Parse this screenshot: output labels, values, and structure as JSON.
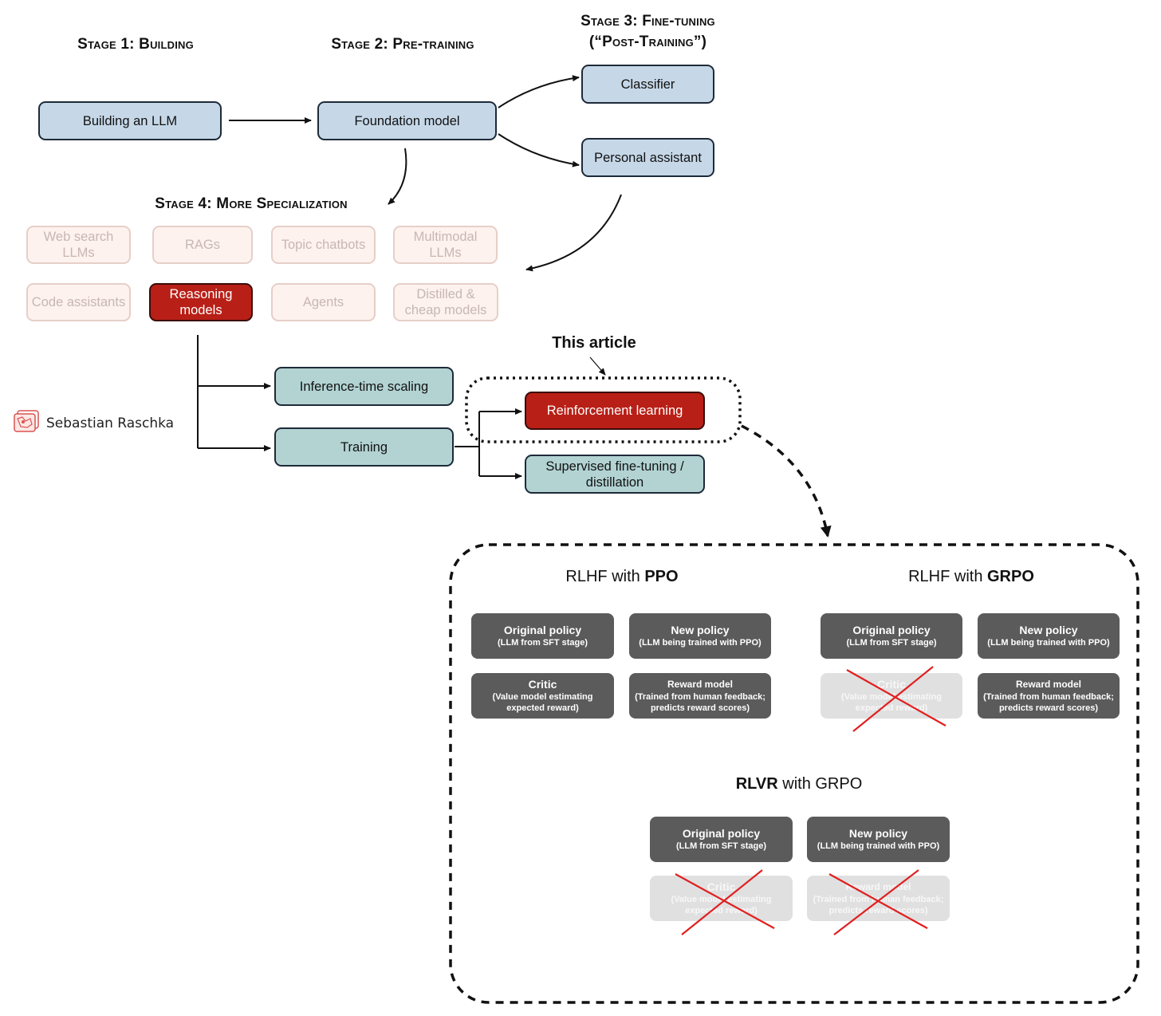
{
  "stages": {
    "stage1": "Stage 1: Building",
    "stage2": "Stage 2: Pre-training",
    "stage3_line1": "Stage 3: Fine-tuning",
    "stage3_line2": "(“Post-Training”)",
    "stage4": "Stage 4: More Specialization"
  },
  "boxes": {
    "building": "Building an LLM",
    "foundation": "Foundation model",
    "classifier": "Classifier",
    "assistant": "Personal assistant"
  },
  "specialization": {
    "web_search_1": "Web search",
    "web_search_2": "LLMs",
    "rags": "RAGs",
    "topic_chatbots": "Topic chatbots",
    "multimodal_1": "Multimodal",
    "multimodal_2": "LLMs",
    "code_assistants": "Code assistants",
    "reasoning_1": "Reasoning",
    "reasoning_2": "models",
    "agents": "Agents",
    "distilled_1": "Distilled &",
    "distilled_2": "cheap models"
  },
  "reasoning": {
    "inference": "Inference-time scaling",
    "training": "Training",
    "rl": "Reinforcement learning",
    "sft_1": "Supervised fine-tuning /",
    "sft_2": "distillation",
    "this_article": "This article"
  },
  "author": "Sebastian Raschka",
  "rlhf_ppo": {
    "title_pre": "RLHF with ",
    "title_bold": "PPO",
    "orig_t": "Original policy",
    "orig_s": "(LLM from SFT stage)",
    "new_t": "New policy",
    "new_s": "(LLM being trained with PPO)",
    "critic_t": "Critic",
    "critic_s1": "(Value model estimating",
    "critic_s2": "expected reward)",
    "reward_t": "Reward model",
    "reward_s1": "(Trained from human feedback;",
    "reward_s2": "predicts reward scores)"
  },
  "rlhf_grpo": {
    "title_pre": "RLHF with ",
    "title_bold": "GRPO",
    "orig_t": "Original policy",
    "orig_s": "(LLM from SFT stage)",
    "new_t": "New policy",
    "new_s": "(LLM being trained with PPO)",
    "critic_t": "Critic",
    "critic_s1": "(Value model estimating",
    "critic_s2": "expected reward)",
    "reward_t": "Reward model",
    "reward_s1": "(Trained from human feedback;",
    "reward_s2": "predicts reward scores)"
  },
  "rlvr": {
    "title_bold": "RLVR",
    "title_post": " with GRPO",
    "orig_t": "Original policy",
    "orig_s": "(LLM from SFT stage)",
    "new_t": "New policy",
    "new_s": "(LLM being trained with PPO)",
    "critic_t": "Critic",
    "critic_s1": "(Value model estimating",
    "critic_s2": "expected reward)",
    "reward_t": "Reward model",
    "reward_s1": "(Trained from human feedback;",
    "reward_s2": "predicts reward scores)"
  },
  "colors": {
    "blue_box": "#c6d8e8",
    "teal_box": "#b3d3d3",
    "red_box": "#b81f16",
    "dark_box": "#5b5b5b",
    "cross": "#e02020"
  }
}
